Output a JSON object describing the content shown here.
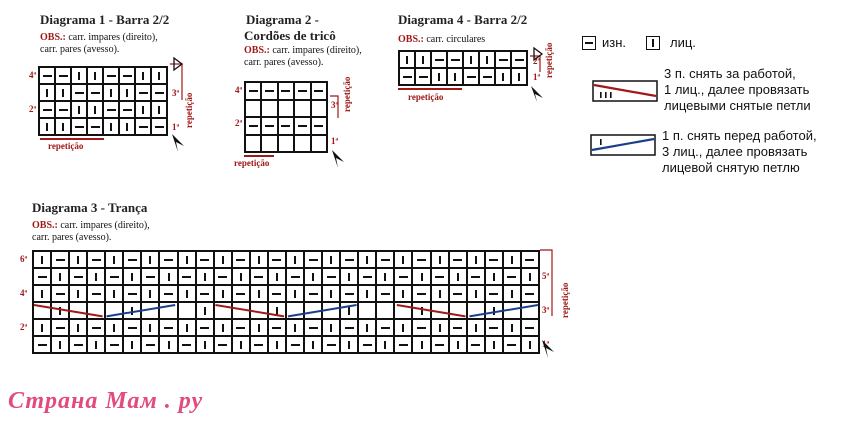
{
  "diagrams": {
    "d1": {
      "title": "Diagrama 1 - Barra 2/2",
      "obs_label": "OBS.:",
      "obs_line1": "carr. impares (direito),",
      "obs_line2": "carr. pares (avesso).",
      "repeat_label": "repetição",
      "rows": [
        "4ª",
        "3ª",
        "2ª",
        "1ª"
      ]
    },
    "d2": {
      "title_line1": "Diagrama 2 -",
      "title_line2": "Cordões de tricô",
      "obs_label": "OBS.:",
      "obs_line1": "carr. impares (direito),",
      "obs_line2": "carr. pares (avesso).",
      "repeat_label": "repetição",
      "rows": [
        "4ª",
        "3ª",
        "2ª",
        "1ª"
      ]
    },
    "d3": {
      "title": "Diagrama 3 - Trança",
      "obs_label": "OBS.:",
      "obs_line1": "carr. impares (direito),",
      "obs_line2": "carr. pares (avesso).",
      "repeat_label": "repetição",
      "rows": [
        "6ª",
        "5ª",
        "4ª",
        "3ª",
        "2ª",
        "1ª"
      ]
    },
    "d4": {
      "title": "Diagrama 4 - Barra 2/2",
      "obs_label": "OBS.:",
      "obs_line1": "carr. circulares",
      "repeat_label": "repetição",
      "rows": [
        "2ª",
        "1ª"
      ]
    }
  },
  "legend": {
    "purl_label": "изн.",
    "knit_label": "лиц.",
    "cable_right_lines": [
      "3 п. снять за работой,",
      "1 лиц., далее провязать",
      "лицевыми снятые петли"
    ],
    "cable_left_lines": [
      "1 п. снять перед работой,",
      "3 лиц., далее провязать",
      "лицевой снятую петлю"
    ],
    "cable_right_color": "#a01818",
    "cable_left_color": "#1a3f8a"
  },
  "watermark": "Страна Мам . ру",
  "colors": {
    "accent_red": "#a01818",
    "watermark_pink": "#e14b7d"
  }
}
